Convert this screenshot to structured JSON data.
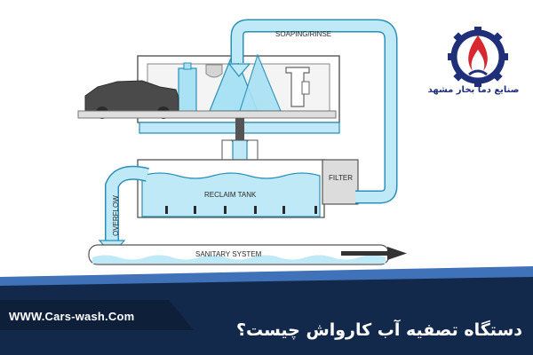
{
  "diagram": {
    "soaping_rinse": "SOAPING/RINSE",
    "reclaim_tank": "RECLAIM TANK",
    "filter": "FILTER",
    "overflow": "OVERFLOW",
    "sanitary_system": "SANITARY SYSTEM"
  },
  "logo": {
    "company_name": "صنایع دما بخار مشهد"
  },
  "footer": {
    "website": "WWW.Cars-wash.Com",
    "title": "دستگاه تصفیه آب کارواش چیست؟"
  },
  "colors": {
    "water": "#bfe9f6",
    "water_stroke": "#2a8fb8",
    "footer_dark": "#13294b",
    "footer_accent": "#3f72b8",
    "logo_blue": "#1f2f7a",
    "logo_red": "#d7282f"
  }
}
